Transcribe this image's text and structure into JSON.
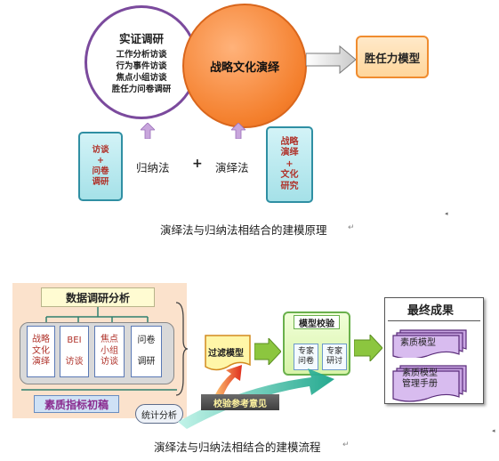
{
  "top": {
    "left_circle": {
      "title": "实证调研",
      "items": [
        "工作分析访谈",
        "行为事件访谈",
        "焦点小组访谈",
        "胜任力问卷调研"
      ]
    },
    "right_circle_label": "战略文化演绎",
    "result_box": "胜任力模型",
    "left_method_box": [
      "访谈",
      "+",
      "问卷",
      "调研"
    ],
    "right_method_box": [
      "战略",
      "演绎",
      "+",
      "文化",
      "研究"
    ],
    "inductive_label": "归纳法",
    "plus_label": "+",
    "deductive_label": "演绎法",
    "caption": "演绎法与归纳法相结合的建模原理"
  },
  "bottom": {
    "data_header": "数据调研分析",
    "methods": [
      [
        "战略",
        "文化",
        "演绎"
      ],
      [
        "BEI",
        "",
        "访谈"
      ],
      [
        "焦点",
        "小组",
        "访谈"
      ],
      [
        "问卷",
        "",
        "调研"
      ]
    ],
    "draft_label": "素质指标初稿",
    "stats_label": "统计分析",
    "filter_model": "过滤模型",
    "validation_title": "模型校验",
    "validation_items": [
      [
        "专家",
        "问卷"
      ],
      [
        "专家",
        "研讨"
      ]
    ],
    "feedback_label": "校验参考意见",
    "final_title": "最终成果",
    "final_items": [
      "素质模型",
      "素质模型",
      "管理手册"
    ],
    "caption": "演绎法与归纳法相结合的建模流程"
  },
  "colors": {
    "purple": "#7b4a9d",
    "orange": "#f47f2c",
    "green_arrow": "#8cc63f",
    "teal": "#2f8fa3",
    "red_text": "#c0392b"
  }
}
